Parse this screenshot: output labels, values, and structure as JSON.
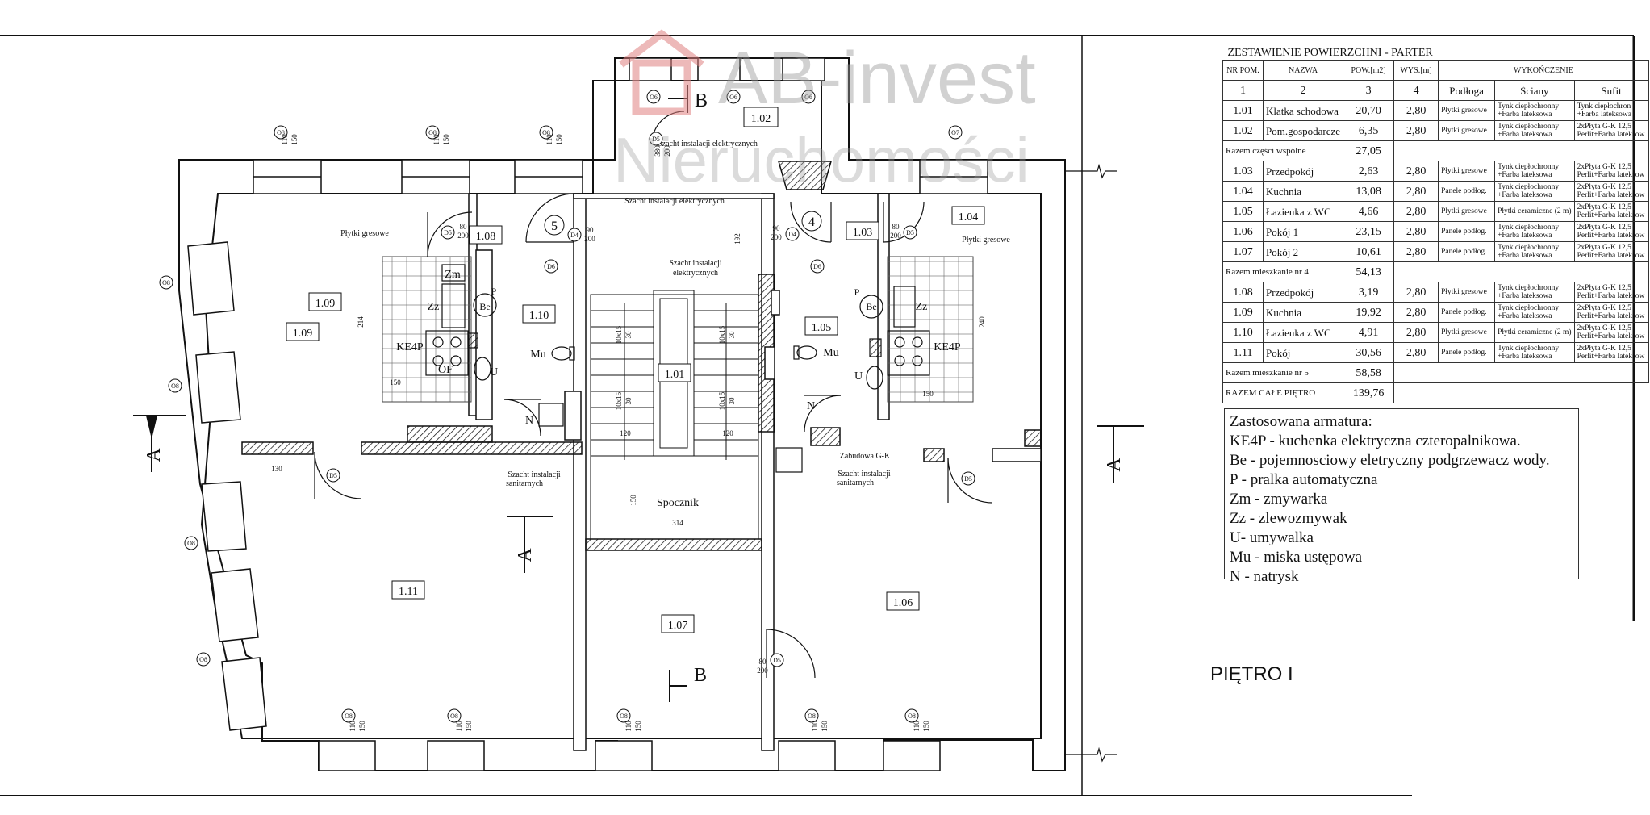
{
  "watermark": {
    "line1": "AB-invest",
    "line2": "Nieruchomości",
    "color": "#e08080"
  },
  "table": {
    "title": "ZESTAWIENIE POWIERZCHNI - PARTER",
    "header": [
      "NR POM.",
      "NAZWA",
      "POW.[m2]",
      "WYS.[m]",
      "WYKOŃCZENIE"
    ],
    "numbers": [
      "1",
      "2",
      "3",
      "4",
      "Podłoga",
      "Ściany",
      "Sufit"
    ],
    "rows": [
      {
        "nr": "1.01",
        "name": "Klatka schodowa",
        "area": "20,70",
        "height": "2,80",
        "floor": "Płytki gresowe",
        "walls1": "Tynk ciepłochronny",
        "walls2": "+Farba lateksowa",
        "ceil1": "Tynk ciepłochron",
        "ceil2": "+Farba lateksowa"
      },
      {
        "nr": "1.02",
        "name": "Pom.gospodarcze",
        "area": "6,35",
        "height": "2,80",
        "floor": "Płytki gresowe",
        "walls1": "Tynk ciepłochronny",
        "walls2": "+Farba lateksowa",
        "ceil1": "2xPłyta G-K 12,5",
        "ceil2": "Perlit+Farba lateksow"
      }
    ],
    "sum_common": {
      "label": "Razem części wspólne",
      "value": "27,05"
    },
    "rows4": [
      {
        "nr": "1.03",
        "name": "Przedpokój",
        "area": "2,63",
        "height": "2,80",
        "floor": "Płytki gresowe",
        "walls1": "Tynk ciepłochronny",
        "walls2": "+Farba lateksowa",
        "ceil1": "2xPłyta G-K 12,5",
        "ceil2": "Perlit+Farba lateksow"
      },
      {
        "nr": "1.04",
        "name": "Kuchnia",
        "area": "13,08",
        "height": "2,80",
        "floor": "Panele podłog.",
        "walls1": "Tynk ciepłochronny",
        "walls2": "+Farba lateksowa",
        "ceil1": "2xPłyta G-K 12,5",
        "ceil2": "Perlit+Farba lateksow"
      },
      {
        "nr": "1.05",
        "name": "Łazienka z WC",
        "area": "4,66",
        "height": "2,80",
        "floor": "Płytki gresowe",
        "walls1": "Płytki ceramiczne (2 m)",
        "walls2": "",
        "ceil1": "2xPłyta G-K 12,5",
        "ceil2": "Perlit+Farba lateksow"
      },
      {
        "nr": "1.06",
        "name": "Pokój 1",
        "area": "23,15",
        "height": "2,80",
        "floor": "Panele podłog.",
        "walls1": "Tynk ciepłochronny",
        "walls2": "+Farba lateksowa",
        "ceil1": "2xPłyta G-K 12,5",
        "ceil2": "Perlit+Farba lateksow"
      },
      {
        "nr": "1.07",
        "name": "Pokój 2",
        "area": "10,61",
        "height": "2,80",
        "floor": "Panele podłog.",
        "walls1": "Tynk ciepłochronny",
        "walls2": "+Farba lateksowa",
        "ceil1": "2xPłyta G-K 12,5",
        "ceil2": "Perlit+Farba lateksow"
      }
    ],
    "sum4": {
      "label": "Razem mieszkanie nr 4",
      "value": "54,13"
    },
    "rows5": [
      {
        "nr": "1.08",
        "name": "Przedpokój",
        "area": "3,19",
        "height": "2,80",
        "floor": "Płytki gresowe",
        "walls1": "Tynk ciepłochronny",
        "walls2": "+Farba lateksowa",
        "ceil1": "2xPłyta G-K 12,5",
        "ceil2": "Perlit+Farba lateksow"
      },
      {
        "nr": "1.09",
        "name": "Kuchnia",
        "area": "19,92",
        "height": "2,80",
        "floor": "Panele podłog.",
        "walls1": "Tynk ciepłochronny",
        "walls2": "+Farba lateksowa",
        "ceil1": "2xPłyta G-K 12,5",
        "ceil2": "Perlit+Farba lateksow"
      },
      {
        "nr": "1.10",
        "name": "Łazienka z WC",
        "area": "4,91",
        "height": "2,80",
        "floor": "Płytki gresowe",
        "walls1": "Płytki ceramiczne (2 m)",
        "walls2": "",
        "ceil1": "2xPłyta G-K 12,5",
        "ceil2": "Perlit+Farba lateksow"
      },
      {
        "nr": "1.11",
        "name": "Pokój",
        "area": "30,56",
        "height": "2,80",
        "floor": "Panele podłog.",
        "walls1": "Tynk ciepłochronny",
        "walls2": "+Farba lateksowa",
        "ceil1": "2xPłyta G-K 12,5",
        "ceil2": "Perlit+Farba lateksow"
      }
    ],
    "sum5": {
      "label": "Razem mieszkanie nr 5",
      "value": "58,58"
    },
    "total": {
      "label": "RAZEM CAŁE PIĘTRO",
      "value": "139,76"
    }
  },
  "legend": {
    "title": "Zastosowana armatura:",
    "items": [
      "KE4P - kuchenka elektryczna czteropalnikowa.",
      "Be - pojemnosciowy eletryczny podgrzewacz wody.",
      "P - pralka automatyczna",
      "Zm - zmywarka",
      "Zz - zlewozmywak",
      "U- umywalka",
      "Mu - miska ustępowa",
      "N - natrysk"
    ]
  },
  "floor_label": "PIĘTRO I",
  "plan": {
    "rooms": [
      "1.01",
      "1.02",
      "1.03",
      "1.04",
      "1.05",
      "1.06",
      "1.07",
      "1.08",
      "1.09",
      "1.09",
      "1.10",
      "1.11"
    ],
    "apartments": [
      "5",
      "4"
    ],
    "notes": {
      "plytki_left": "Płytki gresowe",
      "plytki_right": "Płytki gresowe",
      "szacht_el_top": "Szacht instalacji elektrycznych",
      "szacht_el_mid": "Szacht instalacji elektrycznych",
      "szacht_el_stair1": "Szacht instalacji",
      "szacht_el_stair2": "elektrycznych",
      "szacht_san_left1": "Szacht instalacji",
      "szacht_san_left2": "sanitarnych",
      "szacht_san_right1": "Szacht instalacji",
      "szacht_san_right2": "sanitarnych",
      "zabudowa": "Zabudowa G-K",
      "spocznik": "Spocznik"
    },
    "fixtures": {
      "zm": "Zm",
      "zz": "Zz",
      "be": "Be",
      "p": "P",
      "ke4p": "KE4P",
      "of": "OF",
      "u": "U",
      "mu": "Mu",
      "n": "N"
    },
    "section_a": "A",
    "section_b": "B",
    "door_tags": {
      "d4": "D4",
      "d5": "D5",
      "d6": "D6"
    },
    "window_tags": {
      "o6": "O6",
      "o7": "O7",
      "o8": "O8"
    },
    "dims": {
      "d80": "80",
      "d90": "90",
      "d200": "200",
      "d110": "110",
      "d130": "130",
      "d150": "150",
      "d214": "214",
      "d240": "240",
      "d120": "120",
      "d314": "314",
      "d30": "30",
      "d10x15": "10x15",
      "d192": "192",
      "d380": "380"
    }
  }
}
